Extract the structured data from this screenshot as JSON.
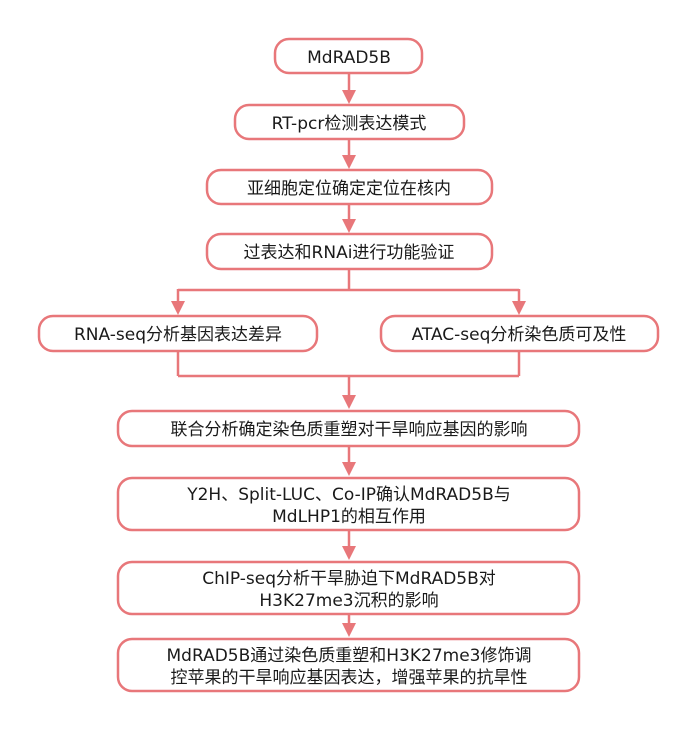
{
  "diagram": {
    "accent_color": "#e8777a",
    "nodes": [
      {
        "id": "n1",
        "lines": [
          "MdRAD5B"
        ]
      },
      {
        "id": "n2",
        "lines": [
          "RT-pcr检测表达模式"
        ]
      },
      {
        "id": "n3",
        "lines": [
          "亚细胞定位确定定位在核内"
        ]
      },
      {
        "id": "n4",
        "lines": [
          "过表达和RNAi进行功能验证"
        ]
      },
      {
        "id": "n5",
        "lines": [
          "RNA-seq分析基因表达差异"
        ]
      },
      {
        "id": "n6",
        "lines": [
          "ATAC-seq分析染色质可及性"
        ]
      },
      {
        "id": "n7",
        "lines": [
          "联合分析确定染色质重塑对干旱响应基因的影响"
        ]
      },
      {
        "id": "n8",
        "lines": [
          "Y2H、Split-LUC、Co-IP确认MdRAD5B与",
          "MdLHP1的相互作用"
        ]
      },
      {
        "id": "n9",
        "lines": [
          "ChIP-seq分析干旱胁迫下MdRAD5B对",
          "H3K27me3沉积的影响"
        ]
      },
      {
        "id": "n10",
        "lines": [
          "MdRAD5B通过染色质重塑和H3K27me3修饰调",
          "控苹果的干旱响应基因表达，增强苹果的抗旱性"
        ]
      }
    ]
  }
}
